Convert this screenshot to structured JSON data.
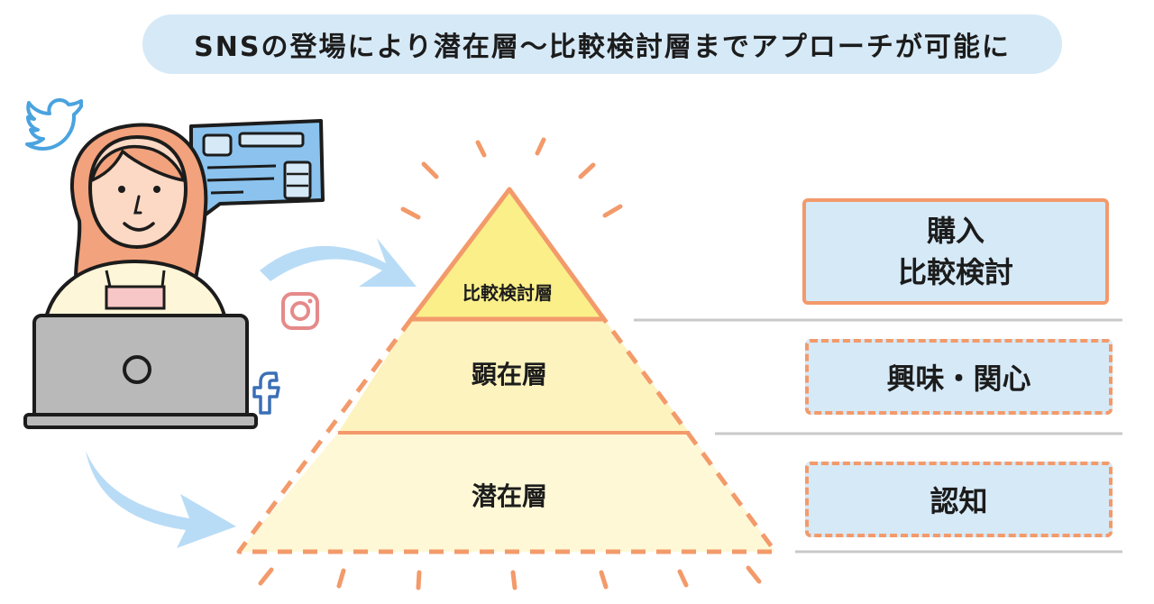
{
  "title": "SNSの登場により潜在層〜比較検討層までアプローチが可能に",
  "pyramid": {
    "top_label": "比較検討層",
    "middle_label": "顕在層",
    "bottom_label": "潜在層"
  },
  "stages": {
    "purchase_line1": "購入",
    "purchase_line2": "比較検討",
    "interest": "興味・関心",
    "awareness": "認知"
  },
  "colors": {
    "accent_orange": "#f39a6b",
    "light_blue": "#d6e9f7",
    "arrow_blue": "#b9dcf6",
    "top_layer": "#fbef8a",
    "middle_layer": "#fdf3bf",
    "bottom_layer": "#fef8d6",
    "twitter": "#4aa3df",
    "instagram": "#e58a8a",
    "facebook": "#3b6fb6"
  },
  "icons": {
    "twitter": "twitter-icon",
    "instagram": "instagram-icon",
    "facebook": "facebook-icon"
  }
}
